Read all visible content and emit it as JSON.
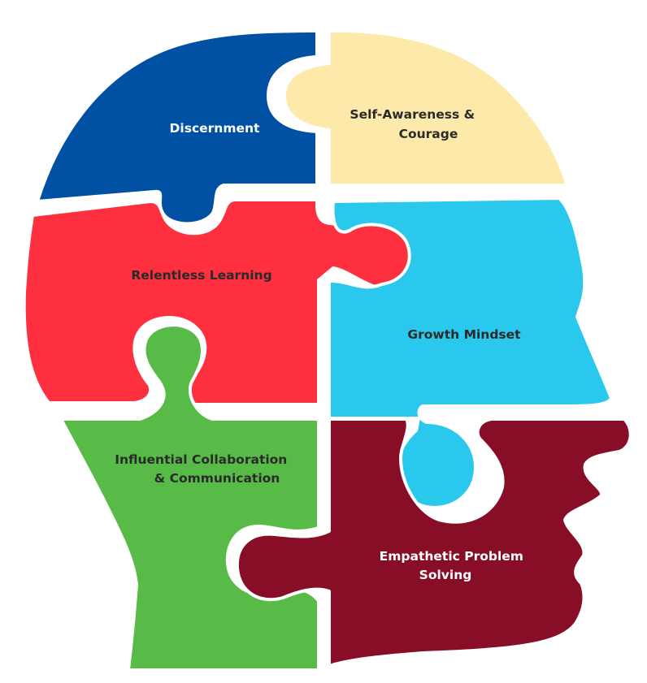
{
  "pieces": [
    {
      "id": "discernment",
      "lines": [
        "Discernment"
      ],
      "fill": "#0050A4",
      "text_color": "#FFFFFF"
    },
    {
      "id": "self-awareness",
      "lines": [
        "Self-Awareness &",
        "Courage"
      ],
      "fill": "#FDE9AA",
      "text_color": "#2A2A2A"
    },
    {
      "id": "relentless-learning",
      "lines": [
        "Relentless Learning"
      ],
      "fill": "#FE2F3F",
      "text_color": "#2A2A2A"
    },
    {
      "id": "growth-mindset",
      "lines": [
        "Growth Mindset"
      ],
      "fill": "#2BC8EE",
      "text_color": "#2A2A2A"
    },
    {
      "id": "influential-collaboration",
      "lines": [
        "Influential Collaboration",
        "& Communication"
      ],
      "fill": "#58BB47",
      "text_color": "#2A2A2A"
    },
    {
      "id": "empathetic-problem-solving",
      "lines": [
        "Empathetic Problem",
        "Solving"
      ],
      "fill": "#880E28",
      "text_color": "#FFFFFF"
    }
  ]
}
